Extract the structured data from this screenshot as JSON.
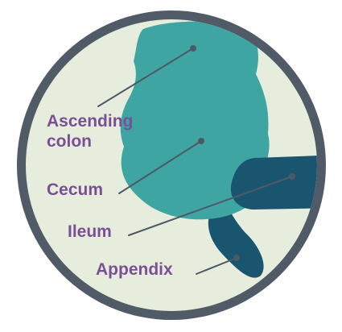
{
  "labels": {
    "ascending_colon_line1": "Ascending",
    "ascending_colon_line2": "colon",
    "cecum": "Cecum",
    "ileum": "Ileum",
    "appendix": "Appendix"
  },
  "colors": {
    "frame": "#505b67",
    "background": "#e7eddc",
    "colon_fill": "#3ea5a3",
    "ileum_fill": "#1a5570",
    "appendix_fill": "#1a5570",
    "pointer_line": "#4d5a66",
    "label_text": "#7a4f96"
  }
}
